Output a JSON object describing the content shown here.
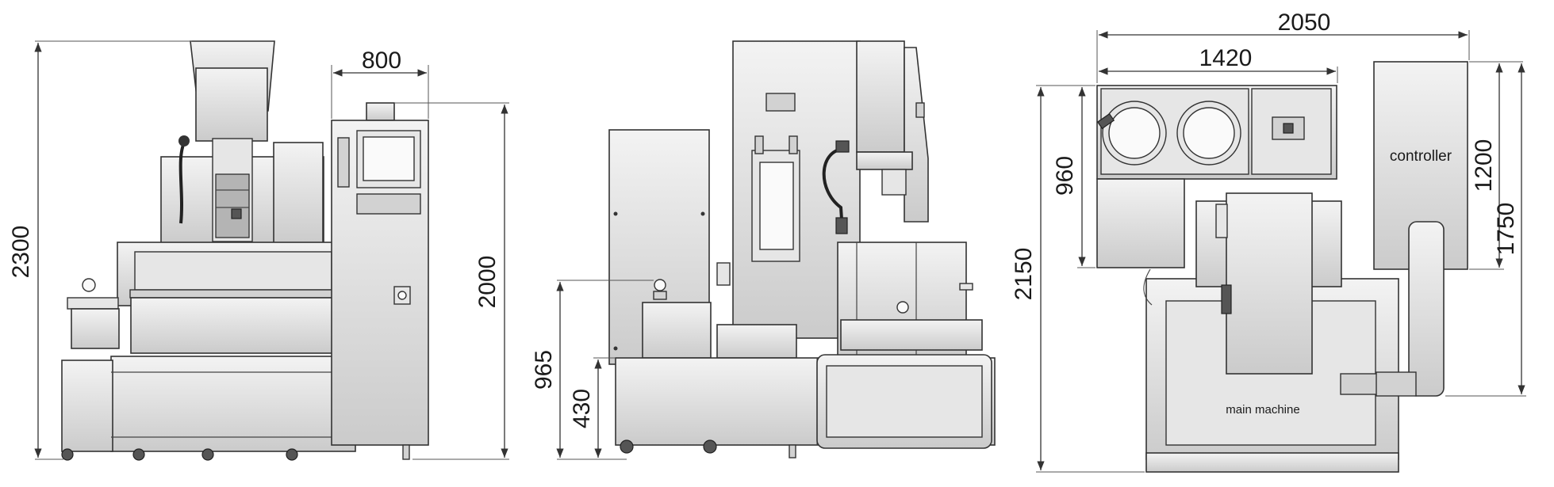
{
  "dimensions": {
    "front_height": "2300",
    "front_cabinet_width": "800",
    "front_cabinet_height": "2000",
    "side_table_height": "965",
    "side_tank_height": "430",
    "top_total_width": "2050",
    "top_machine_width": "1420",
    "top_depth": "2150",
    "top_tank_depth": "960",
    "top_controller_depth_1": "1200",
    "top_controller_depth_2": "1750"
  },
  "labels": {
    "controller": "controller",
    "main_machine": "main machine"
  },
  "colors": {
    "line": "#333333",
    "metal_light": "#f2f2f2",
    "metal_dark": "#c8c8c8",
    "background": "#ffffff"
  }
}
